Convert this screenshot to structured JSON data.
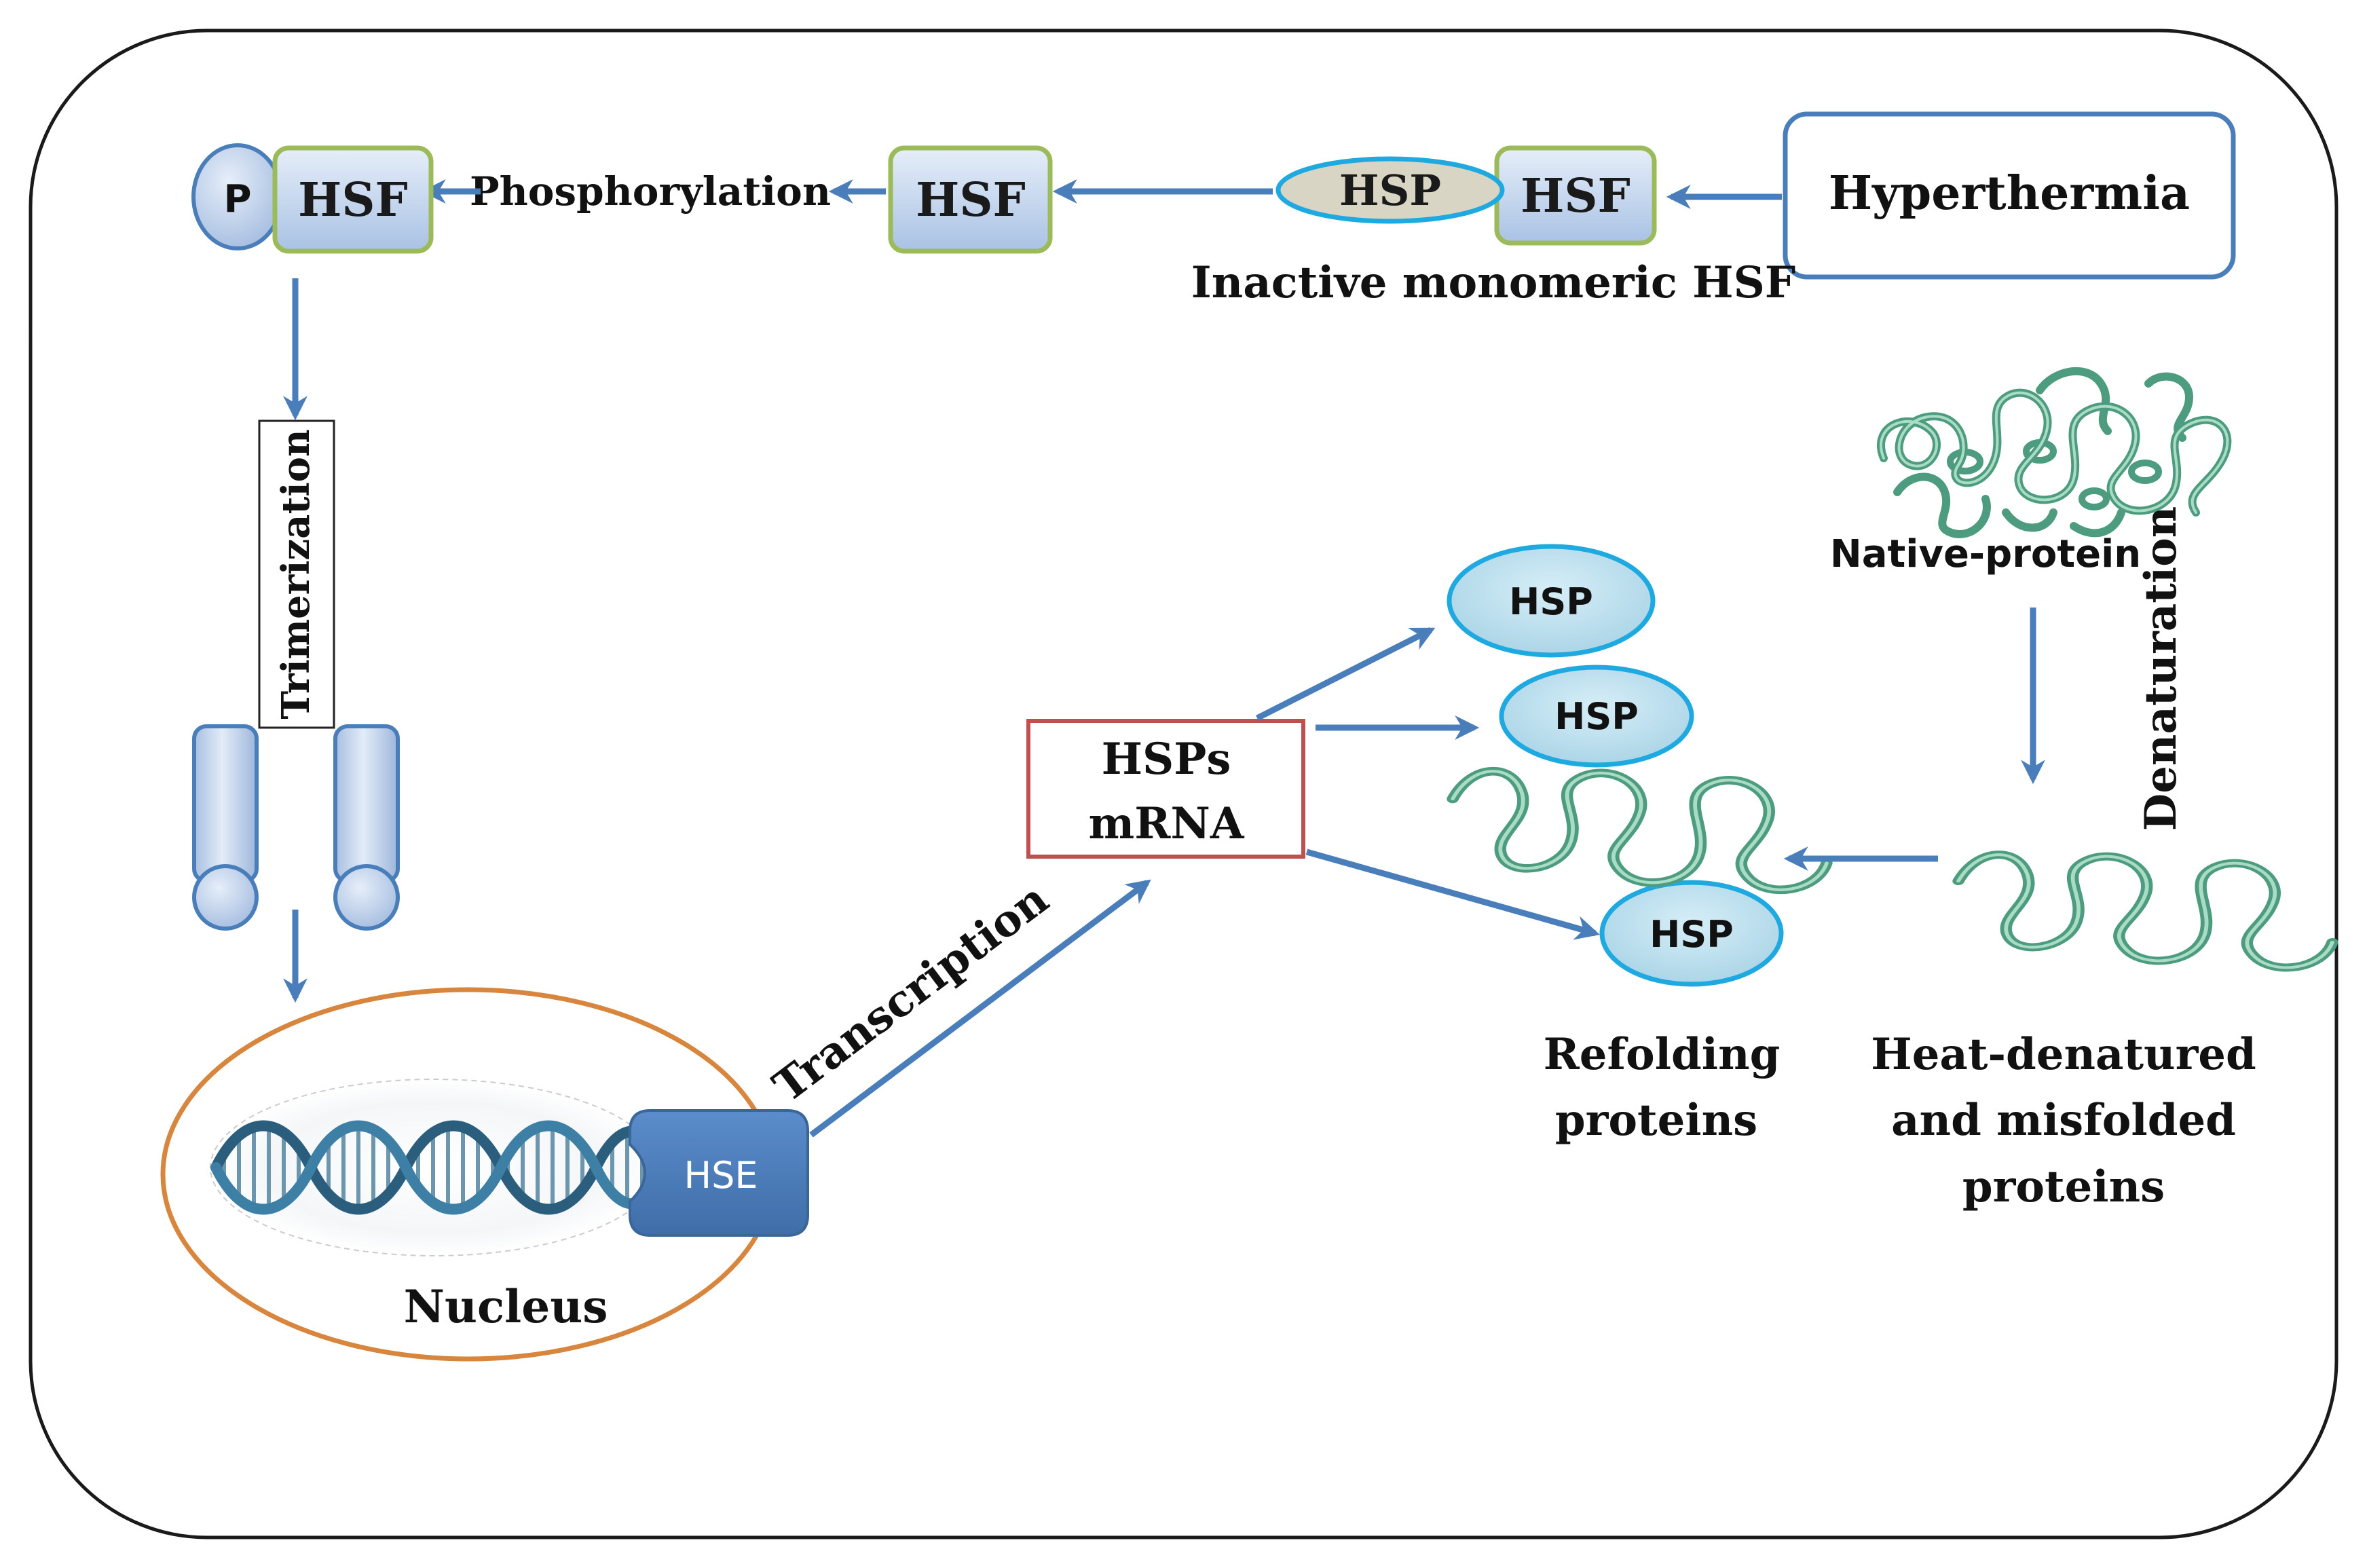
{
  "labels": {
    "hyperthermia": "Hyperthermia",
    "inactive_monomeric_hsf": "Inactive monomeric HSF",
    "phosphorylation": "Phosphorylation",
    "p": "P",
    "hsf": "HSF",
    "hsp": "HSP",
    "trimerization": "Trimerization",
    "nucleus": "Nucleus",
    "hse": "HSE",
    "transcription": "Transcription",
    "hsps_line1": "HSPs",
    "hsps_line2": "mRNA",
    "native_protein": "Native-protein",
    "denaturation": "Denaturation",
    "refolding_line1": "Refolding",
    "refolding_line2": "proteins",
    "heat_line1": "Heat-denatured",
    "heat_line2": "and misfolded",
    "heat_line3": "proteins"
  },
  "colors": {
    "arrow": "#4a7ebb",
    "hsf_border": "#9bbb59",
    "hsf_fill": "#c9d9ef",
    "hsp_fill": "#bfe0ee",
    "hsp_border": "#1fa9e1",
    "hsp_inactive_fill": "#d8d5c4",
    "nucleus_ring": "#d8853d",
    "mrna_border": "#c0504d",
    "hse_fill": "#4f81bd",
    "protein": "#4e9c80"
  }
}
